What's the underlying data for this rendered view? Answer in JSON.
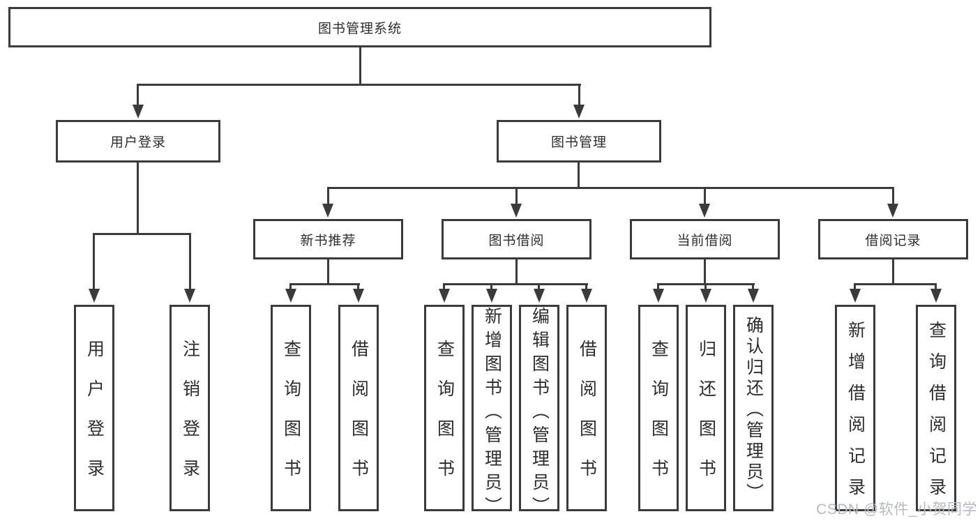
{
  "root_label": "图书管理系统",
  "level2": {
    "user_login": "用户登录",
    "book_mgmt": "图书管理"
  },
  "level3": {
    "new_books": "新书推荐",
    "borrowing": "图书借阅",
    "current": "当前借阅",
    "records": "借阅记录"
  },
  "leaves": {
    "user_login": [
      "用户登录",
      "注销登录"
    ],
    "new_books": [
      "查询图书",
      "借阅图书"
    ],
    "borrowing": [
      "查询图书",
      "新增图书（管理员）",
      "编辑图书（管理员）",
      "借阅图书"
    ],
    "current": [
      "查询图书",
      "归还图书",
      "确认归还（管理员）"
    ],
    "records": [
      "新增借阅记录",
      "查询借阅记录"
    ]
  },
  "watermark": "CSDN @软件_小贺同学",
  "colors": {
    "line": "#3b3b3b",
    "box_border": "#3b3b3b",
    "text": "#2d2d2d",
    "background": "#ffffff",
    "watermark": "#b6bac0"
  }
}
